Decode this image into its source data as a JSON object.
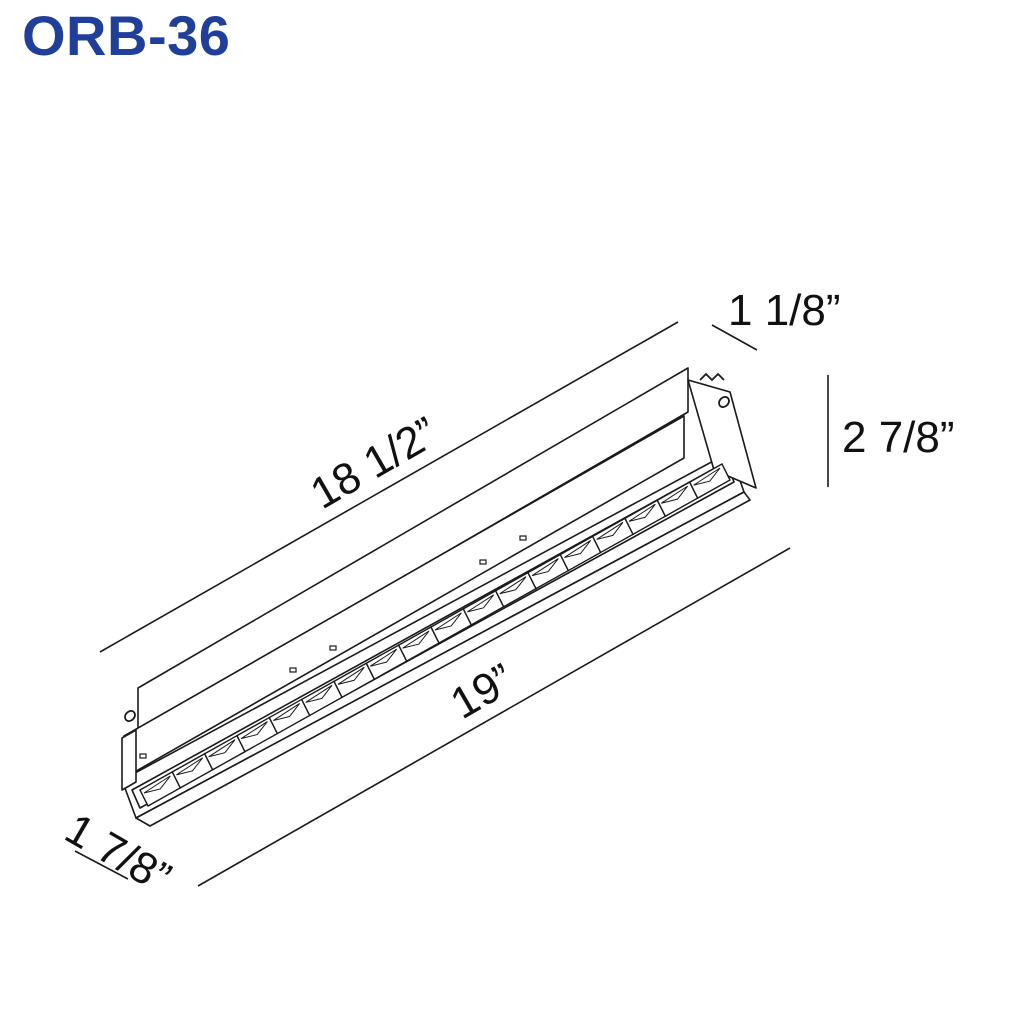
{
  "title": "ORB-36",
  "dimensions": {
    "top_length": "18 1/2”",
    "depth": "1 1/8”",
    "height": "2 7/8”",
    "bottom_length": "19”",
    "width": "1 7/8”"
  },
  "colors": {
    "title": "#1f3f9a",
    "line": "#1a1a1a",
    "background": "#ffffff"
  },
  "fixture": {
    "cell_count": 18
  }
}
